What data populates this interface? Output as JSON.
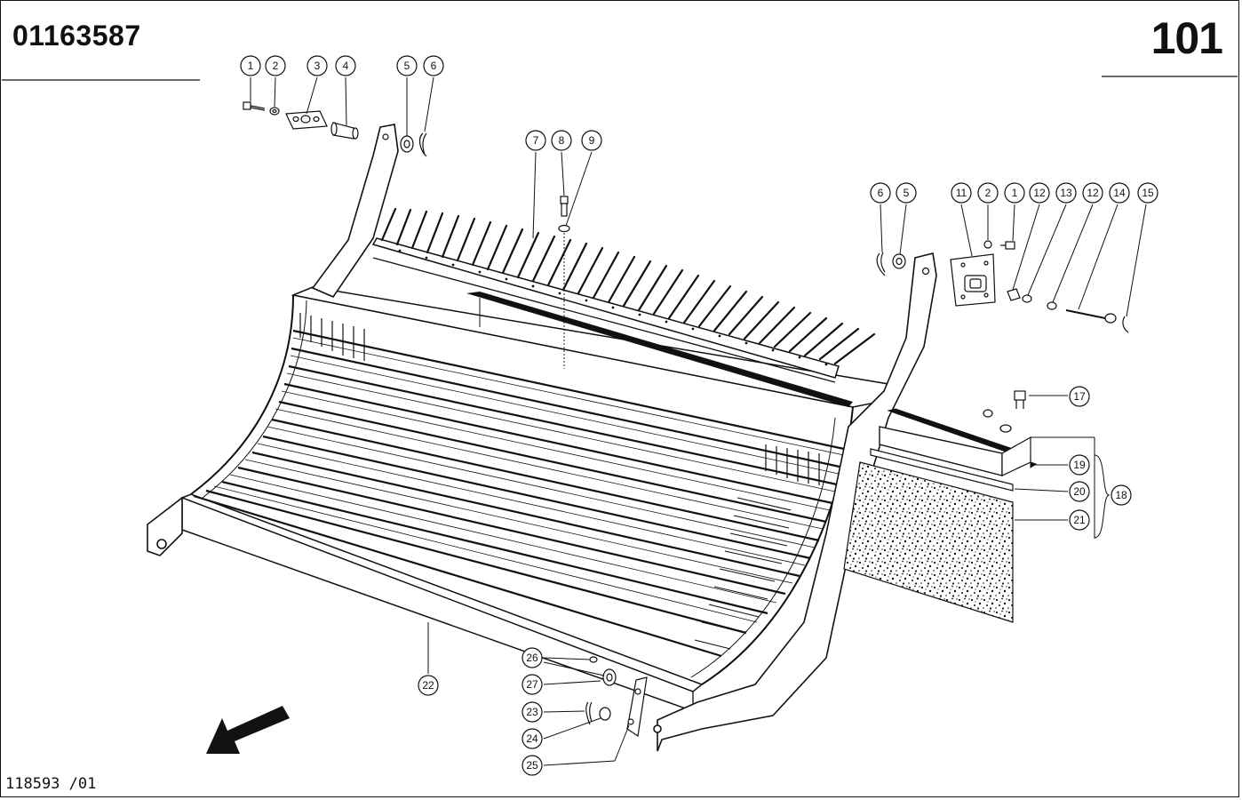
{
  "header": {
    "drawing_number": "01163587",
    "page_number": "101"
  },
  "footer": {
    "reference": "118593 /01"
  },
  "callouts": [
    {
      "id": "c1",
      "label": "1"
    },
    {
      "id": "c2",
      "label": "2"
    },
    {
      "id": "c3",
      "label": "3"
    },
    {
      "id": "c4",
      "label": "4"
    },
    {
      "id": "c5",
      "label": "5"
    },
    {
      "id": "c6",
      "label": "6"
    },
    {
      "id": "c7",
      "label": "7"
    },
    {
      "id": "c8",
      "label": "8"
    },
    {
      "id": "c9",
      "label": "9"
    },
    {
      "id": "c6b",
      "label": "6"
    },
    {
      "id": "c5b",
      "label": "5"
    },
    {
      "id": "c11",
      "label": "11"
    },
    {
      "id": "c2b",
      "label": "2"
    },
    {
      "id": "c1b",
      "label": "1"
    },
    {
      "id": "c12",
      "label": "12"
    },
    {
      "id": "c13",
      "label": "13"
    },
    {
      "id": "c12b",
      "label": "12"
    },
    {
      "id": "c14",
      "label": "14"
    },
    {
      "id": "c15",
      "label": "15"
    },
    {
      "id": "c17",
      "label": "17"
    },
    {
      "id": "c19",
      "label": "19"
    },
    {
      "id": "c20",
      "label": "20"
    },
    {
      "id": "c21",
      "label": "21"
    },
    {
      "id": "c18",
      "label": "18"
    },
    {
      "id": "c22",
      "label": "22"
    },
    {
      "id": "c26",
      "label": "26"
    },
    {
      "id": "c27",
      "label": "27"
    },
    {
      "id": "c23",
      "label": "23"
    },
    {
      "id": "c24",
      "label": "24"
    },
    {
      "id": "c25",
      "label": "25"
    }
  ]
}
